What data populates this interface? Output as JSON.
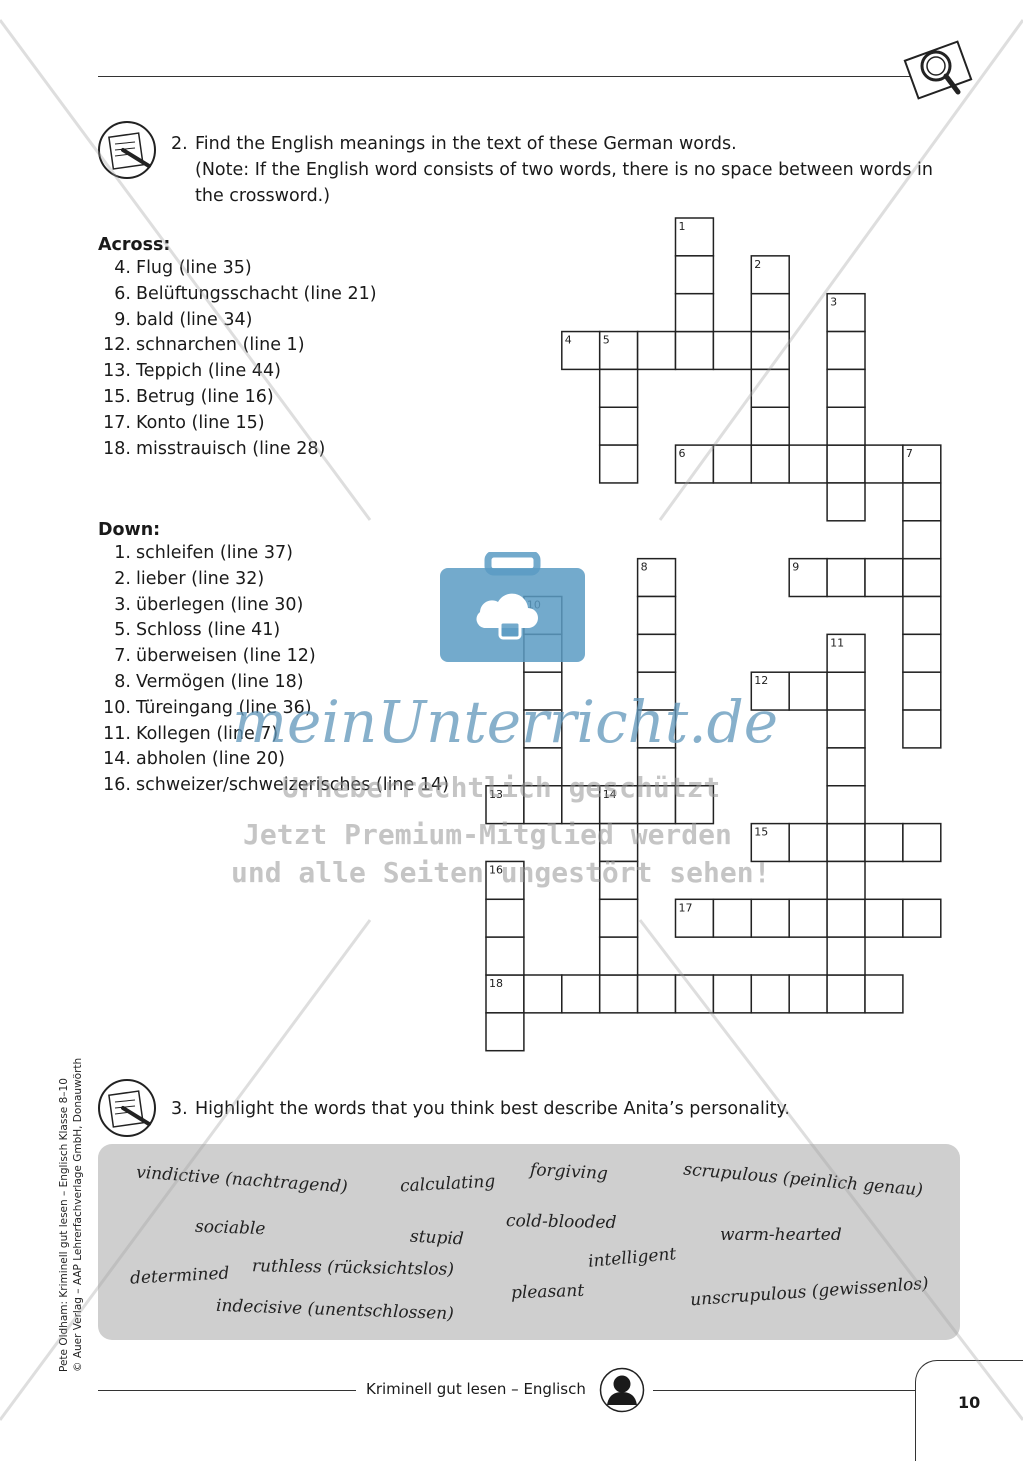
{
  "task2": {
    "number": "2.",
    "line1": "Find the English meanings in the text of these German words.",
    "line2": "(Note: If the English word consists of two words, there is no space between words in",
    "line3": "the crossword.)"
  },
  "across": {
    "heading": "Across:",
    "clues": [
      {
        "n": "4.",
        "text": "Flug (line 35)"
      },
      {
        "n": "6.",
        "text": "Belüftungsschacht (line 21)"
      },
      {
        "n": "9.",
        "text": "bald (line 34)"
      },
      {
        "n": "12.",
        "text": "schnarchen (line 1)"
      },
      {
        "n": "13.",
        "text": "Teppich (line 44)"
      },
      {
        "n": "15.",
        "text": "Betrug (line 16)"
      },
      {
        "n": "17.",
        "text": "Konto (line 15)"
      },
      {
        "n": "18.",
        "text": "misstrauisch (line 28)"
      }
    ]
  },
  "down": {
    "heading": "Down:",
    "clues": [
      {
        "n": "1.",
        "text": "schleifen (line 37)"
      },
      {
        "n": "2.",
        "text": "lieber (line 32)"
      },
      {
        "n": "3.",
        "text": "überlegen (line 30)"
      },
      {
        "n": "5.",
        "text": "Schloss (line 41)"
      },
      {
        "n": "7.",
        "text": "überweisen (line 12)"
      },
      {
        "n": "8.",
        "text": "Vermögen (line 18)"
      },
      {
        "n": "10.",
        "text": "Türeingang (line 36)"
      },
      {
        "n": "11.",
        "text": "Kollegen (line 7)"
      },
      {
        "n": "14.",
        "text": "abholen (line 20)"
      },
      {
        "n": "16.",
        "text": "schweizer/schweizerisches (line 14)"
      }
    ]
  },
  "crossword_numbers": [
    "1",
    "2",
    "3",
    "4",
    "5",
    "6",
    "7",
    "8",
    "9",
    "10",
    "11",
    "12",
    "13",
    "14",
    "15",
    "16",
    "17",
    "18"
  ],
  "task3": {
    "number": "3.",
    "text": "Highlight the words that you think best describe Anita’s personality."
  },
  "words": [
    "vindictive (nachtragend)",
    "calculating",
    "forgiving",
    "scrupulous (peinlich genau)",
    "sociable",
    "stupid",
    "cold-blooded",
    "warm-hearted",
    "determined",
    "ruthless (rücksichtslos)",
    "intelligent",
    "indecisive (unentschlossen)",
    "pleasant",
    "unscrupulous (gewissenlos)"
  ],
  "side_credit": {
    "line1": "Pete Oldham: Kriminell gut lesen – Englisch Klasse 8–10",
    "line2": "© Auer Verlag – AAP Lehrerfachverlage GmbH, Donauwörth"
  },
  "footer": {
    "title": "Kriminell gut lesen – Englisch",
    "page": "10"
  },
  "watermark": {
    "logo": "meinUnterricht.de",
    "line1": "Urheberrechtlich geschützt",
    "line2": "Jetzt Premium-Mitglied werden",
    "line3": "und alle Seiten ungestört sehen!"
  },
  "colors": {
    "wordbox": "#cfcfcf",
    "watermark_blue": "#5b9bc3"
  }
}
